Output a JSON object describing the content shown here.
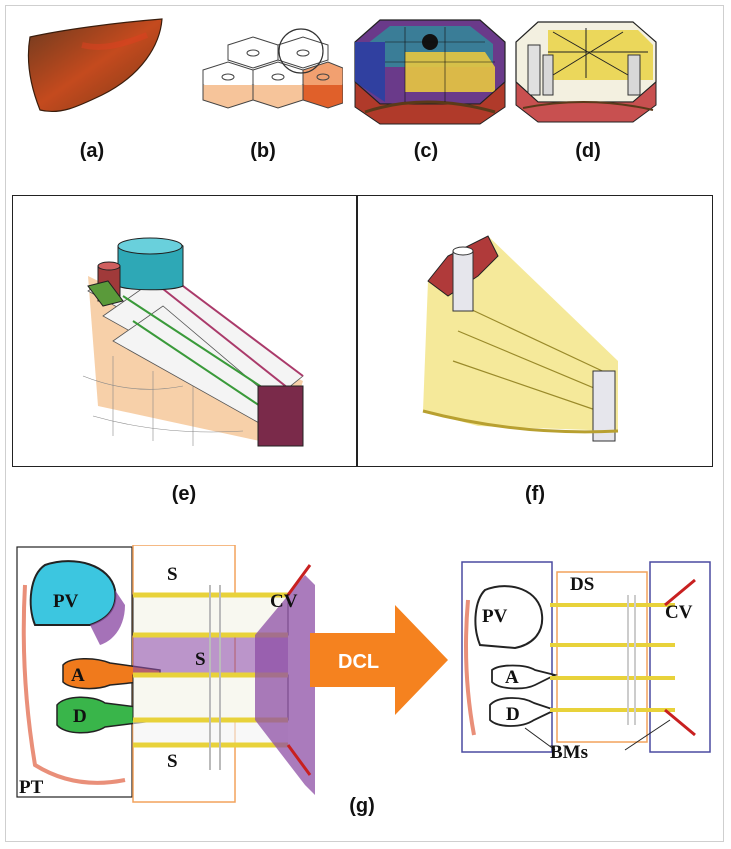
{
  "panels": {
    "a": {
      "label": "(a)"
    },
    "b": {
      "label": "(b)"
    },
    "c": {
      "label": "(c)"
    },
    "d": {
      "label": "(d)"
    },
    "e": {
      "label": "(e)"
    },
    "f": {
      "label": "(f)"
    },
    "g": {
      "label": "(g)"
    }
  },
  "schematic_left": {
    "pv": "PV",
    "a": "A",
    "d": "D",
    "s_top": "S",
    "s_mid": "S",
    "s_bottom": "S",
    "cv": "CV",
    "pt": "PT"
  },
  "arrow": {
    "label": "DCL",
    "color": "#f5821f"
  },
  "schematic_right": {
    "pv": "PV",
    "a": "A",
    "d": "D",
    "ds": "DS",
    "cv": "CV",
    "bms": "BMs"
  },
  "colors": {
    "liver": "#a0522d",
    "portal_vein": "#3cc6e0",
    "artery": "#f07a1c",
    "bile_duct": "#39b54a",
    "central_vein_flow": "#8e4fa6",
    "sinusoid_yellow": "#e8d23a",
    "box_orange": "#f2a25c",
    "box_blue": "#4a4aa0"
  }
}
